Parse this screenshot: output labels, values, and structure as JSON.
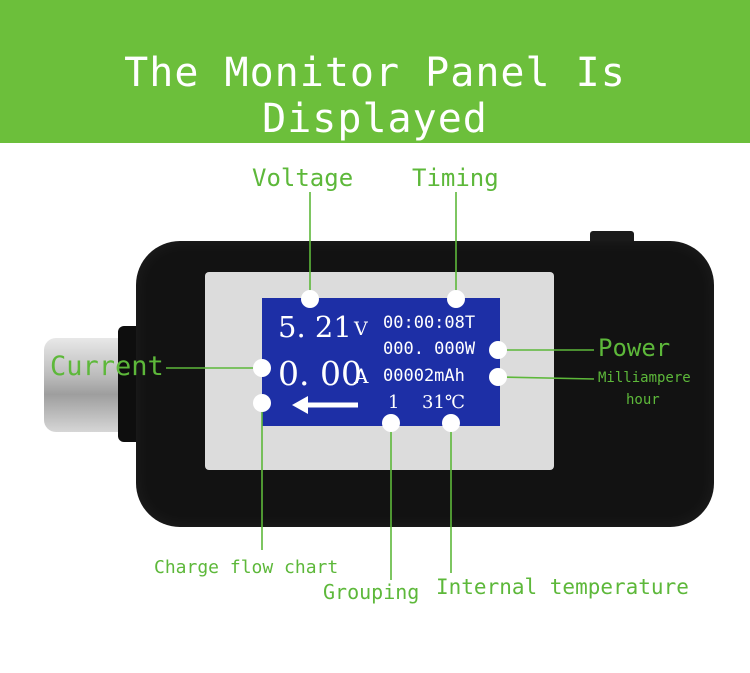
{
  "banner": {
    "title": "The Monitor Panel Is Displayed"
  },
  "colors": {
    "banner": "#6cbf3b",
    "label": "#5db83a",
    "screen": "#1d2fa6",
    "device": "#121212"
  },
  "labels": {
    "voltage": "Voltage",
    "timing": "Timing",
    "current": "Current",
    "power": "Power",
    "milliampere_hour_line1": "Milliampere",
    "milliampere_hour_line2": "hour",
    "charge_flow_chart": "Charge flow chart",
    "grouping": "Grouping",
    "internal_temperature": "Internal temperature"
  },
  "screen": {
    "voltage_value": "5. 21",
    "voltage_unit": "V",
    "current_value": "0. 00",
    "current_unit": "A",
    "timer": "00:00:08T",
    "power": "000. 000W",
    "capacity": "00002mAh",
    "group": "1",
    "temperature": "31℃"
  }
}
